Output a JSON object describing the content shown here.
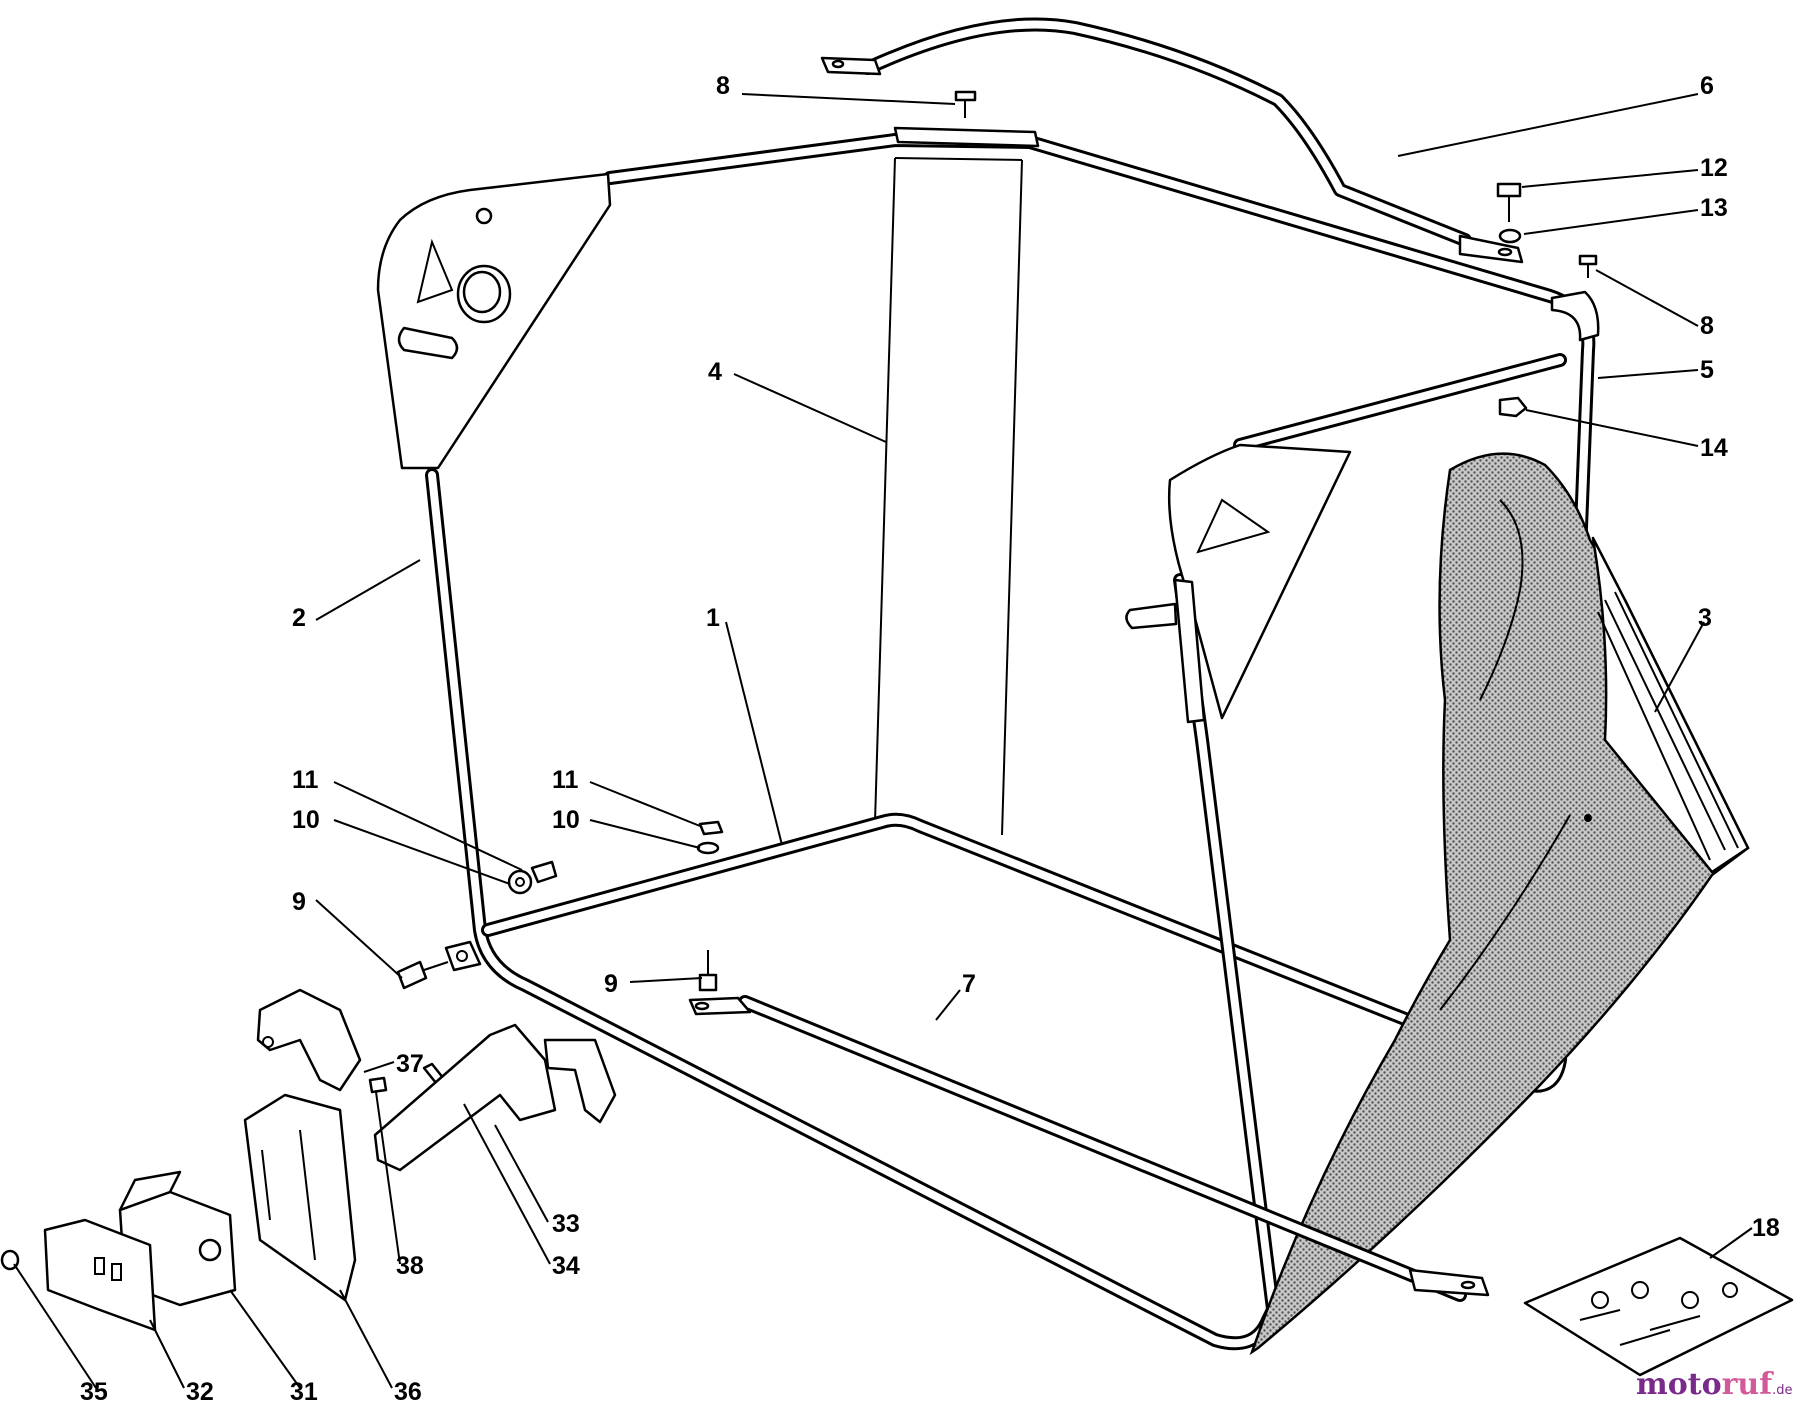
{
  "diagram": {
    "callouts": [
      {
        "id": "c8a",
        "label": "8"
      },
      {
        "id": "c6",
        "label": "6"
      },
      {
        "id": "c12",
        "label": "12"
      },
      {
        "id": "c13",
        "label": "13"
      },
      {
        "id": "c8b",
        "label": "8"
      },
      {
        "id": "c5",
        "label": "5"
      },
      {
        "id": "c14",
        "label": "14"
      },
      {
        "id": "c4",
        "label": "4"
      },
      {
        "id": "c2",
        "label": "2"
      },
      {
        "id": "c1",
        "label": "1"
      },
      {
        "id": "c3",
        "label": "3"
      },
      {
        "id": "c11a",
        "label": "11"
      },
      {
        "id": "c10a",
        "label": "10"
      },
      {
        "id": "c11b",
        "label": "11"
      },
      {
        "id": "c10b",
        "label": "10"
      },
      {
        "id": "c9a",
        "label": "9"
      },
      {
        "id": "c9b",
        "label": "9"
      },
      {
        "id": "c7",
        "label": "7"
      },
      {
        "id": "c37",
        "label": "37"
      },
      {
        "id": "c33",
        "label": "33"
      },
      {
        "id": "c38",
        "label": "38"
      },
      {
        "id": "c34",
        "label": "34"
      },
      {
        "id": "c18",
        "label": "18"
      },
      {
        "id": "c35",
        "label": "35"
      },
      {
        "id": "c32",
        "label": "32"
      },
      {
        "id": "c31",
        "label": "31"
      },
      {
        "id": "c36",
        "label": "36"
      }
    ]
  },
  "watermark": {
    "part1": "moto",
    "part2": "ruf",
    "suffix": ".de",
    "colors": {
      "primary": "#7a2a8a",
      "accent": "#d25a9a"
    }
  }
}
